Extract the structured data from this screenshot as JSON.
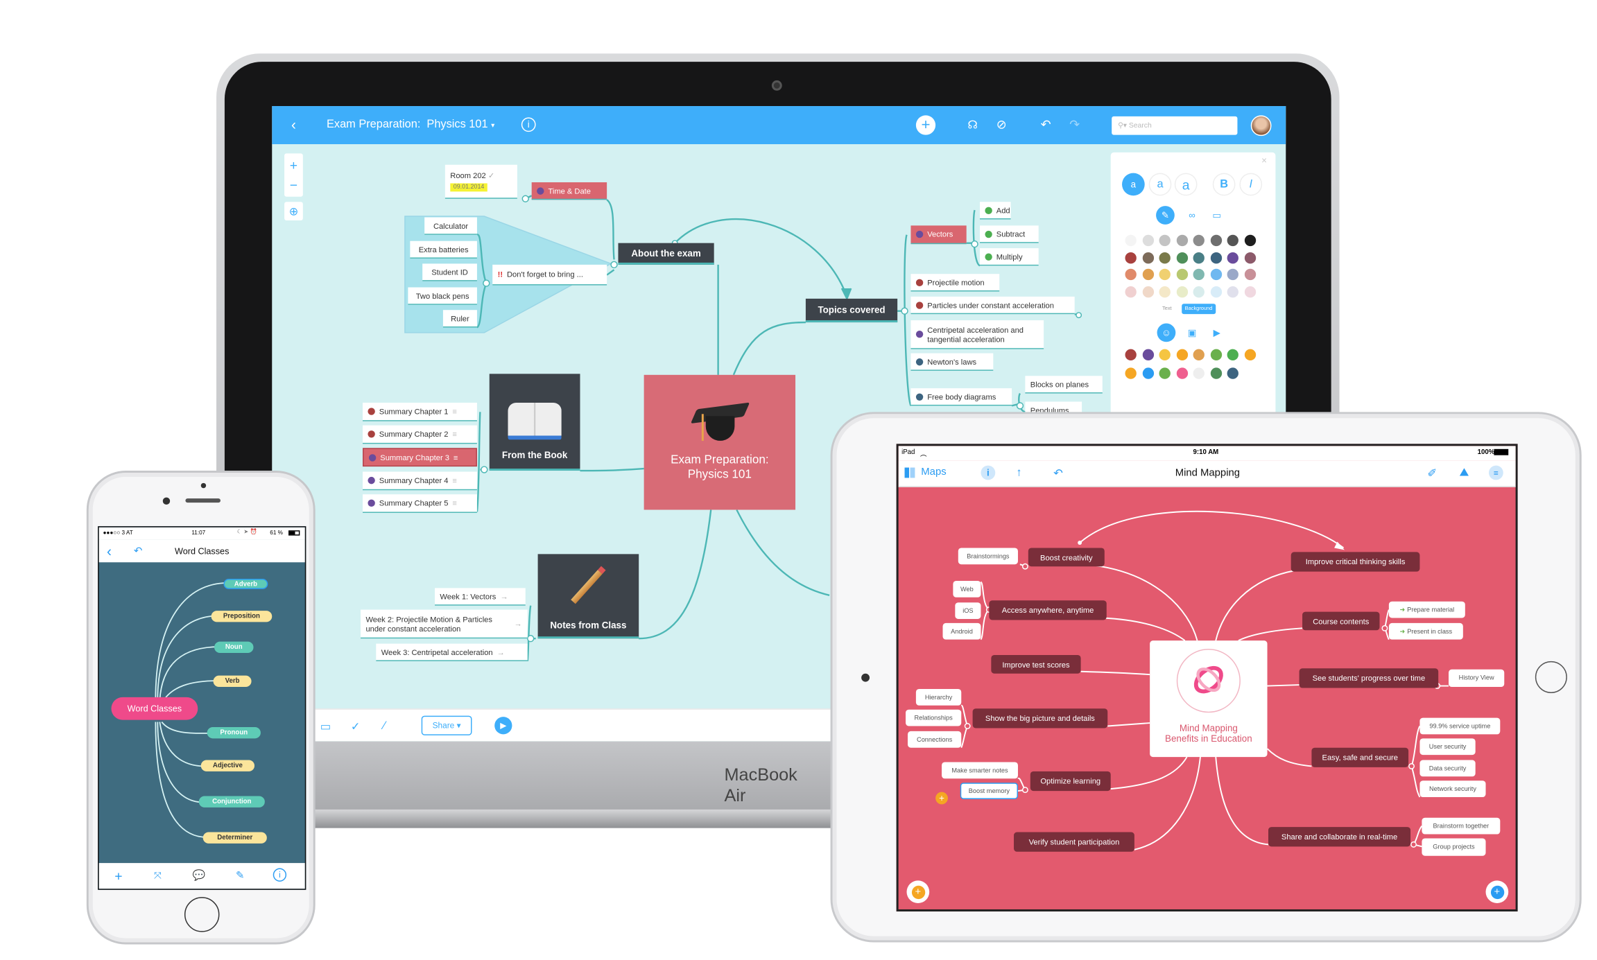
{
  "laptop": {
    "brand": "MacBook Air",
    "toolbar": {
      "title": "Exam Preparation:  Physics 101",
      "search_placeholder": "Search"
    },
    "bottom": {
      "share_label": "Share"
    },
    "map": {
      "central": "Exam Preparation: Physics 101",
      "about": "About the exam",
      "topics": "Topics covered",
      "book": "From the Book",
      "notes": "Notes from Class",
      "room": "Room 202",
      "date": "09.01.2014",
      "time_date": "Time & Date",
      "dont_forget": "Don't forget to bring ...",
      "bring": [
        "Calculator",
        "Extra batteries",
        "Student ID",
        "Two black pens",
        "Ruler"
      ],
      "vectors": "Vectors",
      "vector_ops": [
        "Add",
        "Subtract",
        "Multiply"
      ],
      "topics_items": [
        "Projectile motion",
        "Particles under constant acceleration",
        "Centripetal acceleration and tangential acceleration",
        "Newton's laws",
        "Free body diagrams"
      ],
      "fbd_items": [
        "Blocks on planes",
        "Pendulums"
      ],
      "chapters": [
        "Summary Chapter 1",
        "Summary Chapter 2",
        "Summary Chapter 3",
        "Summary Chapter 4",
        "Summary Chapter 5"
      ],
      "weeks": [
        "Week 1: Vectors",
        "Week 2: Projectile Motion & Particles under constant acceleration",
        "Week 3: Centripetal acceleration"
      ]
    },
    "format_panel": {
      "text_tab": "Text",
      "background_tab": "Background",
      "font_buttons": [
        "a",
        "a",
        "a",
        "B",
        "I"
      ]
    }
  },
  "ipad": {
    "status": {
      "device": "iPad",
      "time": "9:10 AM",
      "battery": "100%"
    },
    "nav": {
      "back": "Maps",
      "title": "Mind Mapping"
    },
    "central": [
      "Mind Mapping",
      "Benefits in Education"
    ],
    "topics": [
      "Boost creativity",
      "Improve critical thinking skills",
      "Access anywhere, anytime",
      "Course contents",
      "Improve test scores",
      "See students' progress over time",
      "Show the big picture and details",
      "Easy, safe and secure",
      "Optimize learning",
      "Verify student participation",
      "Share and collaborate in real-time"
    ],
    "subs": {
      "creativity": [
        "Brainstormings"
      ],
      "access": [
        "Web",
        "iOS",
        "Android"
      ],
      "course": [
        "Prepare material",
        "Present in class"
      ],
      "progress": [
        "History View"
      ],
      "picture": [
        "Hierarchy",
        "Relationships",
        "Connections"
      ],
      "secure": [
        "99.9% service uptime",
        "User security",
        "Data security",
        "Network security"
      ],
      "optimize": [
        "Make smarter notes",
        "Boost memory"
      ],
      "share": [
        "Brainstorm together",
        "Group projects"
      ]
    }
  },
  "iphone": {
    "status": {
      "carrier": "●●●○○ 3 AT",
      "time": "11:07",
      "battery": "61 %"
    },
    "nav": {
      "title": "Word Classes"
    },
    "root": "Word Classes",
    "nodes": [
      "Adverb",
      "Preposition",
      "Noun",
      "Verb",
      "Pronoun",
      "Adjective",
      "Conjunction",
      "Determiner"
    ]
  },
  "colors": {
    "laptop_bar": "#3eaefa",
    "laptop_canvas": "#d4f1f2",
    "ipad_canvas": "#e35a6e",
    "iphone_canvas": "#3f6c80",
    "accent_pink": "#ef4a8a"
  }
}
